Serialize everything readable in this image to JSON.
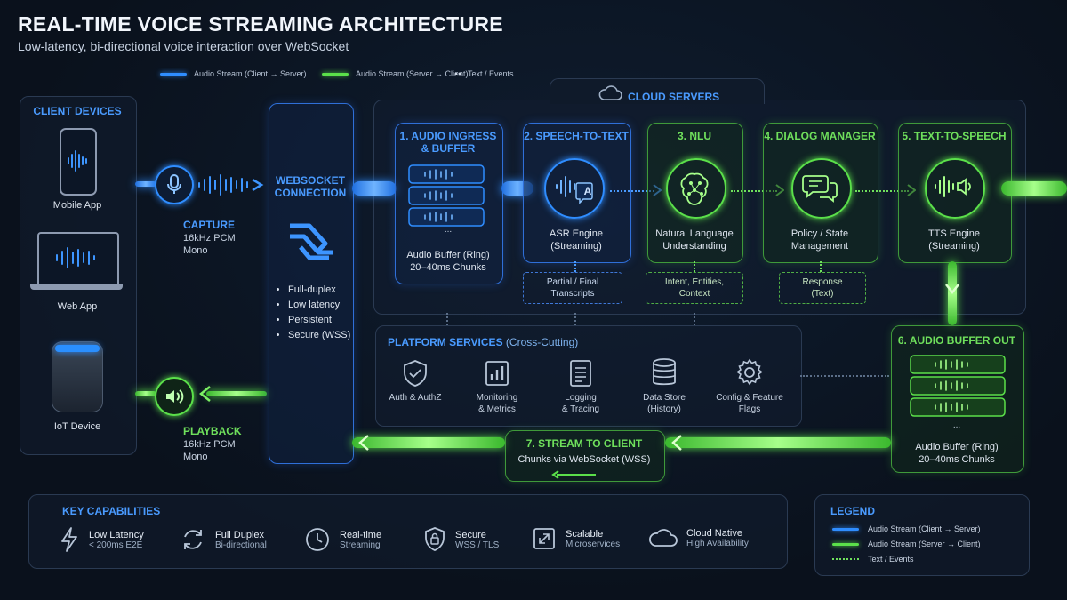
{
  "title": "REAL-TIME VOICE STREAMING ARCHITECTURE",
  "subtitle": "Low-latency, bi-directional voice interaction over WebSocket",
  "top_legend": {
    "blue": "Audio Stream (Client → Server)",
    "green": "Audio Stream (Server → Client)",
    "dots": "Text / Events"
  },
  "client": {
    "header": "CLIENT DEVICES",
    "mobile": "Mobile App",
    "web": "Web App",
    "iot": "IoT Device"
  },
  "capture": {
    "title": "CAPTURE",
    "line1": "16kHz PCM",
    "line2": "Mono"
  },
  "playback": {
    "title": "PLAYBACK",
    "line1": "16kHz PCM",
    "line2": "Mono"
  },
  "websocket": {
    "title_l1": "WEBSOCKET",
    "title_l2": "CONNECTION",
    "features": [
      "Full-duplex",
      "Low latency",
      "Persistent",
      "Secure (WSS)"
    ]
  },
  "cloud": {
    "header": "CLOUD SERVERS"
  },
  "stages": {
    "ingress": {
      "title_l1": "1. AUDIO INGRESS",
      "title_l2": "& BUFFER",
      "label_l1": "Audio Buffer (Ring)",
      "label_l2": "20–40ms Chunks",
      "dots": "..."
    },
    "stt": {
      "title": "2. SPEECH-TO-TEXT",
      "label_l1": "ASR Engine",
      "label_l2": "(Streaming)",
      "badge": "A",
      "note_l1": "Partial / Final",
      "note_l2": "Transcripts"
    },
    "nlu": {
      "title": "3. NLU",
      "label_l1": "Natural Language",
      "label_l2": "Understanding",
      "note_l1": "Intent, Entities,",
      "note_l2": "Context"
    },
    "dialog": {
      "title": "4. DIALOG MANAGER",
      "label_l1": "Policy / State",
      "label_l2": "Management",
      "note_l1": "Response",
      "note_l2": "(Text)"
    },
    "tts": {
      "title": "5. TEXT-TO-SPEECH",
      "label_l1": "TTS Engine",
      "label_l2": "(Streaming)"
    },
    "buffer_out": {
      "title": "6. AUDIO BUFFER OUT",
      "label_l1": "Audio Buffer (Ring)",
      "label_l2": "20–40ms Chunks",
      "dots": "..."
    },
    "stream_client": {
      "title": "7. STREAM TO CLIENT",
      "label": "Chunks via WebSocket (WSS)"
    }
  },
  "platform": {
    "header": "PLATFORM SERVICES",
    "header_sub": "(Cross-Cutting)",
    "items": [
      {
        "icon": "shield-icon",
        "l1": "Auth & AuthZ",
        "l2": ""
      },
      {
        "icon": "chart-icon",
        "l1": "Monitoring",
        "l2": "& Metrics"
      },
      {
        "icon": "document-icon",
        "l1": "Logging",
        "l2": "& Tracing"
      },
      {
        "icon": "database-icon",
        "l1": "Data Store",
        "l2": "(History)"
      },
      {
        "icon": "gear-icon",
        "l1": "Config & Feature",
        "l2": "Flags"
      }
    ]
  },
  "capabilities": {
    "header": "KEY CAPABILITIES",
    "items": [
      {
        "icon": "lightning-icon",
        "title": "Low Latency",
        "sub": "< 200ms E2E"
      },
      {
        "icon": "sync-icon",
        "title": "Full Duplex",
        "sub": "Bi-directional"
      },
      {
        "icon": "clock-icon",
        "title": "Real-time",
        "sub": "Streaming"
      },
      {
        "icon": "shield-lock-icon",
        "title": "Secure",
        "sub": "WSS / TLS"
      },
      {
        "icon": "expand-icon",
        "title": "Scalable",
        "sub": "Microservices"
      },
      {
        "icon": "cloud-icon",
        "title": "Cloud Native",
        "sub": "High Availability"
      }
    ]
  },
  "legend": {
    "header": "LEGEND",
    "blue": "Audio Stream (Client → Server)",
    "green": "Audio Stream (Server → Client)",
    "dots": "Text / Events"
  },
  "colors": {
    "blue": "#2f8dff",
    "green": "#5be04a",
    "background": "#0a111c"
  }
}
